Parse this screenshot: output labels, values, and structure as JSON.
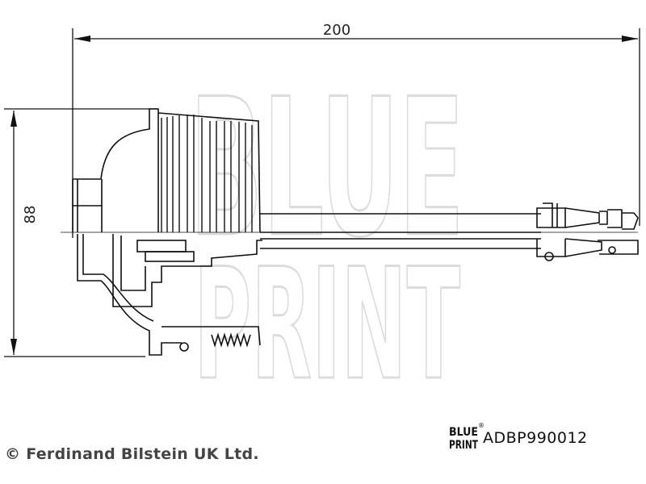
{
  "watermark": {
    "line1": "BLUE",
    "line2": "PRINT"
  },
  "dimensions": {
    "length": "200",
    "height": "88"
  },
  "logo": {
    "line1": "BLUE",
    "line2": "PRINT",
    "mark": "®"
  },
  "part_number": "ADBP990012",
  "copyright": "© Ferdinand Bilstein UK Ltd."
}
